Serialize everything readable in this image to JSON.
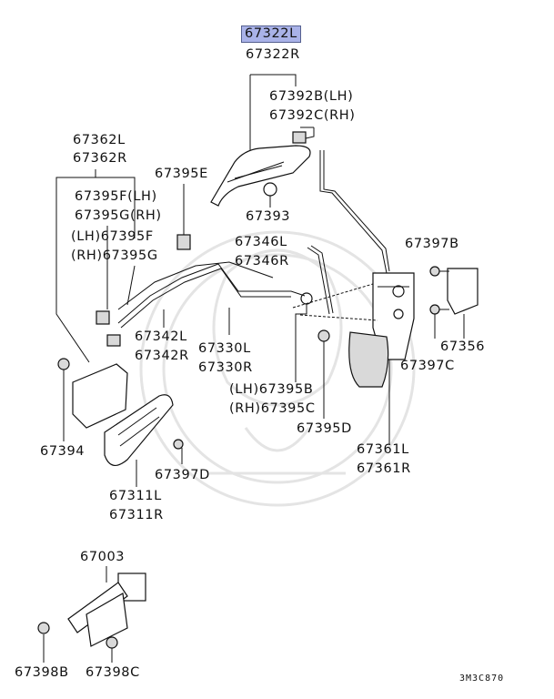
{
  "highlighted_part": "67322L",
  "diagram_code": "3M3C870",
  "labels": {
    "p67322L": "67322L",
    "p67322R": "67322R",
    "p67392B": "67392B(LH)",
    "p67392C": "67392C(RH)",
    "p67362L": "67362L",
    "p67362R": "67362R",
    "p67395E": "67395E",
    "p67395F_lh": "67395F(LH)",
    "p67395G_rh": "67395G(RH)",
    "lh_67395F": "(LH)67395F",
    "rh_67395G": "(RH)67395G",
    "p67393": "67393",
    "p67346L": "67346L",
    "p67346R": "67346R",
    "p67397B": "67397B",
    "p67356": "67356",
    "p67397C": "67397C",
    "p67342L": "67342L",
    "p67342R": "67342R",
    "p67330L": "67330L",
    "p67330R": "67330R",
    "lh_67395B": "(LH)67395B",
    "rh_67395C": "(RH)67395C",
    "p67395D": "67395D",
    "p67394": "67394",
    "p67397D": "67397D",
    "p67361L": "67361L",
    "p67361R": "67361R",
    "p67311L": "67311L",
    "p67311R": "67311R",
    "p67003": "67003",
    "p67398B": "67398B",
    "p67398C": "67398C"
  },
  "colors": {
    "highlight": "#a9b2e8",
    "line": "#111111",
    "watermark": "#e4e4e4"
  }
}
